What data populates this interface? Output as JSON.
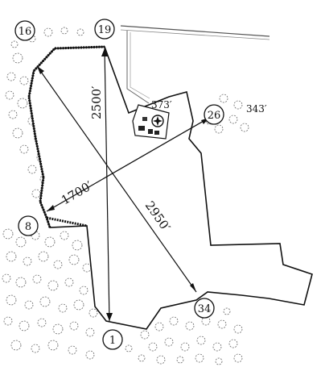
{
  "runway_ends": {
    "r16": "16",
    "r19": "19",
    "r26": "26",
    "r8": "8",
    "r34": "34",
    "r1": "1"
  },
  "dimensions": {
    "d2500": "2500′",
    "d1700": "1700′",
    "d2950": "2950′"
  },
  "elevations": {
    "e373": "373′",
    "e343": "343′"
  },
  "colors": {
    "ink": "#111111",
    "paper": "#ffffff"
  }
}
